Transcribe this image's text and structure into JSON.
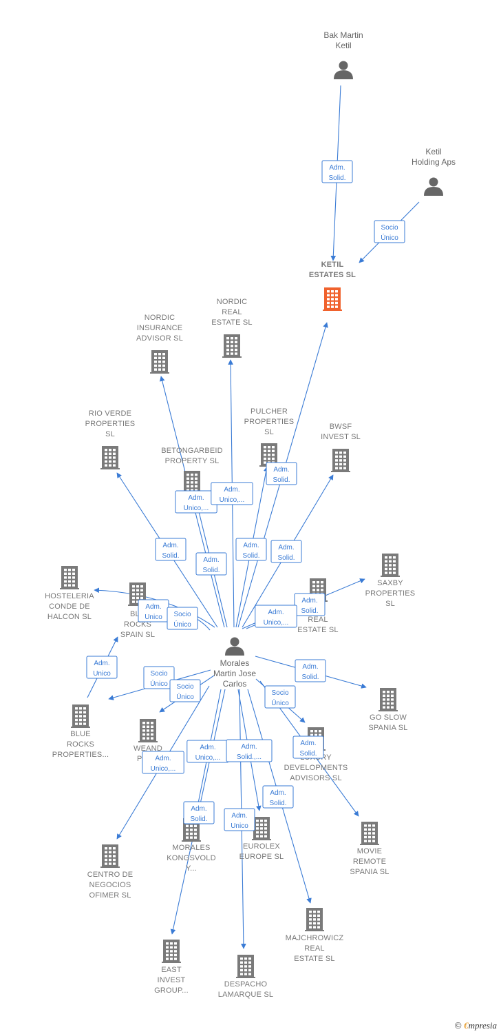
{
  "colors": {
    "edge": "#3a7bd5",
    "building": "#7a7a7a",
    "highlight": "#f0622d",
    "person": "#666666",
    "label": "#777777"
  },
  "footer": {
    "copyright": "©",
    "brand_e": "€",
    "brand_rest": "mpresia"
  },
  "nodes": [
    {
      "id": "bak",
      "kind": "person",
      "lines": [
        "Bak Martin",
        "Ketil"
      ]
    },
    {
      "id": "ketilh",
      "kind": "person",
      "lines": [
        "Ketil",
        "Holding Aps"
      ]
    },
    {
      "id": "ketil",
      "kind": "company-hl",
      "lines": [
        "KETIL",
        "ESTATES  SL"
      ]
    },
    {
      "id": "nordic_ins",
      "kind": "company",
      "lines": [
        "NORDIC",
        "INSURANCE",
        "ADVISOR  SL"
      ]
    },
    {
      "id": "nordic_re",
      "kind": "company",
      "lines": [
        "NORDIC",
        "REAL",
        "ESTATE  SL"
      ]
    },
    {
      "id": "rioverde",
      "kind": "company",
      "lines": [
        "RIO VERDE",
        "PROPERTIES",
        "SL"
      ]
    },
    {
      "id": "pulcher",
      "kind": "company",
      "lines": [
        "PULCHER",
        "PROPERTIES",
        "SL"
      ]
    },
    {
      "id": "bwsf",
      "kind": "company",
      "lines": [
        "BWSF",
        "INVEST  SL"
      ]
    },
    {
      "id": "betong",
      "kind": "company",
      "lines": [
        "BETONGARBEID",
        "PROPERTY  SL"
      ]
    },
    {
      "id": "hosteleria",
      "kind": "company",
      "lines": [
        "HOSTELERIA",
        "CONDE DE",
        "HALCON  SL"
      ]
    },
    {
      "id": "bluespain",
      "kind": "company",
      "lines": [
        "BLU",
        "ROCKS",
        "SPAIN  SL"
      ]
    },
    {
      "id": "saxby",
      "kind": "company",
      "lines": [
        "SAXBY",
        "PROPERTIES",
        "SL"
      ]
    },
    {
      "id": "ari",
      "kind": "company",
      "lines": [
        "ARI",
        "REAL",
        "ESTATE  SL"
      ]
    },
    {
      "id": "morales",
      "kind": "person",
      "lines": [
        "Morales",
        "Martin Jose",
        "Carlos"
      ]
    },
    {
      "id": "goslow",
      "kind": "company",
      "lines": [
        "GO SLOW",
        "SPANIA  SL"
      ]
    },
    {
      "id": "blueprop",
      "kind": "company",
      "lines": [
        "BLUE",
        "ROCKS",
        "PROPERTIES..."
      ]
    },
    {
      "id": "weand",
      "kind": "company",
      "lines": [
        "WEAND",
        "PROP"
      ]
    },
    {
      "id": "luxury",
      "kind": "company",
      "lines": [
        "LUXURY",
        "DEVELOPMENTS",
        "ADVISORS  SL"
      ]
    },
    {
      "id": "movie",
      "kind": "company",
      "lines": [
        "MOVIE",
        "REMOTE",
        "SPANIA  SL"
      ]
    },
    {
      "id": "centro",
      "kind": "company",
      "lines": [
        "CENTRO DE",
        "NEGOCIOS",
        "OFIMER SL"
      ]
    },
    {
      "id": "moralesk",
      "kind": "company",
      "lines": [
        "MORALES",
        "KONGSVOLD",
        "Y..."
      ]
    },
    {
      "id": "eurolex",
      "kind": "company",
      "lines": [
        "EUROLEX",
        "EUROPE  SL"
      ]
    },
    {
      "id": "majch",
      "kind": "company",
      "lines": [
        "MAJCHROWICZ",
        "REAL",
        "ESTATE  SL"
      ]
    },
    {
      "id": "east",
      "kind": "company",
      "lines": [
        "EAST",
        "INVEST",
        "GROUP..."
      ]
    },
    {
      "id": "despacho",
      "kind": "company",
      "lines": [
        "DESPACHO",
        "LAMARQUE SL"
      ]
    }
  ],
  "edges": [
    {
      "from": "bak",
      "to": "ketil",
      "label": [
        "Adm.",
        "Solid."
      ]
    },
    {
      "from": "ketilh",
      "to": "ketil",
      "label": [
        "Socio",
        "Único"
      ]
    },
    {
      "from": "morales",
      "to": "ketil",
      "label": [
        "Adm.",
        "Solid."
      ]
    },
    {
      "from": "morales",
      "to": "nordic_ins",
      "label": [
        "Adm.",
        "Unico,..."
      ]
    },
    {
      "from": "morales",
      "to": "nordic_re",
      "label": [
        "Adm.",
        "Unico,..."
      ]
    },
    {
      "from": "morales",
      "to": "rioverde",
      "label": [
        "Adm.",
        "Solid."
      ]
    },
    {
      "from": "morales",
      "to": "pulcher",
      "label": [
        "Adm.",
        "Solid."
      ]
    },
    {
      "from": "morales",
      "to": "bwsf",
      "label": [
        "Adm.",
        "Solid."
      ]
    },
    {
      "from": "morales",
      "to": "betong",
      "label": [
        "Adm.",
        "Solid."
      ]
    },
    {
      "from": "morales",
      "to": "hosteleria",
      "label": [
        "Adm.",
        "Unico"
      ]
    },
    {
      "from": "morales",
      "to": "bluespain",
      "label": [
        "Socio",
        "Único"
      ]
    },
    {
      "from": "morales",
      "to": "saxby",
      "label": [
        "Adm.",
        "Solid."
      ]
    },
    {
      "from": "morales",
      "to": "ari",
      "label": [
        "Adm.",
        "Unico,..."
      ]
    },
    {
      "from": "morales",
      "to": "goslow",
      "label": [
        "Adm.",
        "Solid."
      ]
    },
    {
      "from": "morales",
      "to": "blueprop",
      "label": [
        "Socio",
        "Único"
      ]
    },
    {
      "from": "bluespain",
      "to": "blueprop",
      "label": [
        "Adm.",
        "Unico"
      ]
    },
    {
      "from": "morales",
      "to": "weand",
      "label": [
        "Socio",
        "Único"
      ]
    },
    {
      "from": "morales",
      "to": "luxury",
      "label": [
        "Socio",
        "Único"
      ]
    },
    {
      "from": "morales",
      "to": "movie",
      "label": [
        "Adm.",
        "Solid."
      ]
    },
    {
      "from": "morales",
      "to": "centro",
      "label": [
        "Adm.",
        "Unico,..."
      ]
    },
    {
      "from": "morales",
      "to": "moralesk",
      "label": [
        "Adm.",
        "Unico,..."
      ]
    },
    {
      "from": "morales",
      "to": "eurolex",
      "label": [
        "Adm.",
        "Solid.,..."
      ]
    },
    {
      "from": "morales",
      "to": "majch",
      "label": [
        "Adm.",
        "Solid."
      ]
    },
    {
      "from": "morales",
      "to": "east",
      "label": [
        "Adm.",
        "Solid."
      ]
    },
    {
      "from": "morales",
      "to": "despacho",
      "label": [
        "Adm.",
        "Unico"
      ]
    }
  ]
}
